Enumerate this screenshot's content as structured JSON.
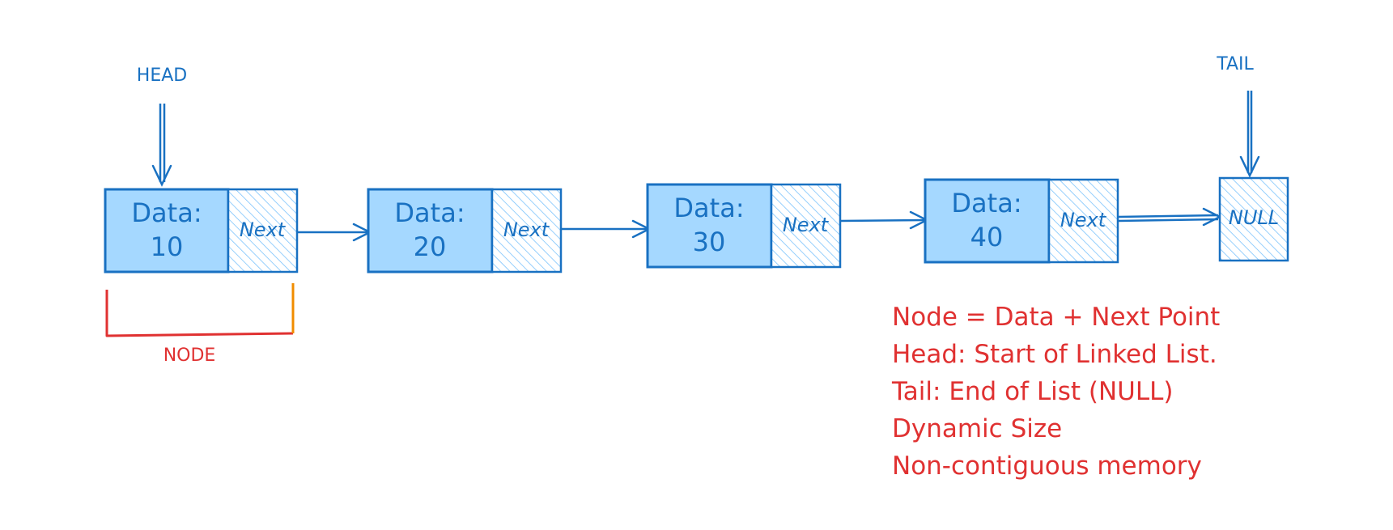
{
  "labels": {
    "head": "HEAD",
    "tail": "TAIL",
    "node": "NODE",
    "null": "NULL"
  },
  "nodes": [
    {
      "data_label": "Data:",
      "value": "10",
      "next_label": "Next"
    },
    {
      "data_label": "Data:",
      "value": "20",
      "next_label": "Next"
    },
    {
      "data_label": "Data:",
      "value": "30",
      "next_label": "Next"
    },
    {
      "data_label": "Data:",
      "value": "40",
      "next_label": "Next"
    }
  ],
  "notes": [
    "Node = Data + Next Point",
    "Head: Start of Linked List.",
    "Tail: End of List (NULL)",
    "Dynamic Size",
    "Non-contiguous memory"
  ],
  "colors": {
    "stroke": "#1971c2",
    "fill": "#a5d8ff",
    "annotation": "#e03131",
    "bracket_accent": "#f08c00"
  }
}
